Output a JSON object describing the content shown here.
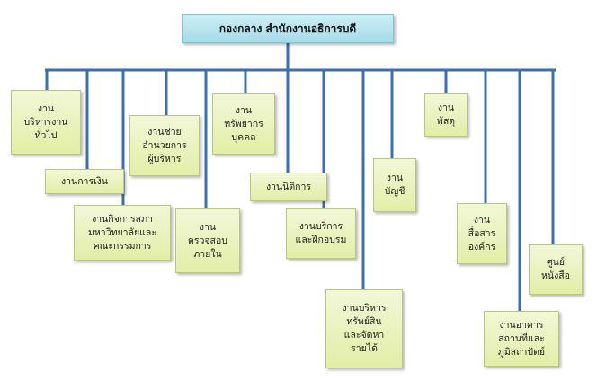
{
  "root": {
    "label": "กองกลาง สำนักงานอธิการบดี"
  },
  "units": [
    {
      "id": "general",
      "label": "งาน\nบริหารงาน\nทั่วไป"
    },
    {
      "id": "finance",
      "label": "งานการเงิน"
    },
    {
      "id": "council",
      "label": "งานกิจการสภา\nมหาวิทยาลัยและ\nคณะกรรมการ"
    },
    {
      "id": "exec-assist",
      "label": "งานช่วย\nอำนวยการ\nผู้บริหาร"
    },
    {
      "id": "audit",
      "label": "งาน\nตรวจสอบ\nภายใน"
    },
    {
      "id": "hr",
      "label": "งาน\nทรัพยากร\nบุคคล"
    },
    {
      "id": "legal",
      "label": "งานนิติการ"
    },
    {
      "id": "training",
      "label": "งานบริการ\nและฝึกอบรม"
    },
    {
      "id": "assets",
      "label": "งานบริหาร\nทรัพย์สิน\nและจัดหา\nรายได้"
    },
    {
      "id": "accounting",
      "label": "งาน\nบัญชี"
    },
    {
      "id": "supplies",
      "label": "งาน\nพัสดุ"
    },
    {
      "id": "communication",
      "label": "งาน\nสื่อสาร\nองค์กร"
    },
    {
      "id": "buildings",
      "label": "งานอาคาร\nสถานที่และ\nภูมิสถาปัตย์"
    },
    {
      "id": "books",
      "label": "ศูนย์\nหนังสือ"
    }
  ],
  "colors": {
    "connector": "#3a6fb5",
    "box_fill": "#e6f0b0",
    "root_fill": "#b9e3ee"
  }
}
